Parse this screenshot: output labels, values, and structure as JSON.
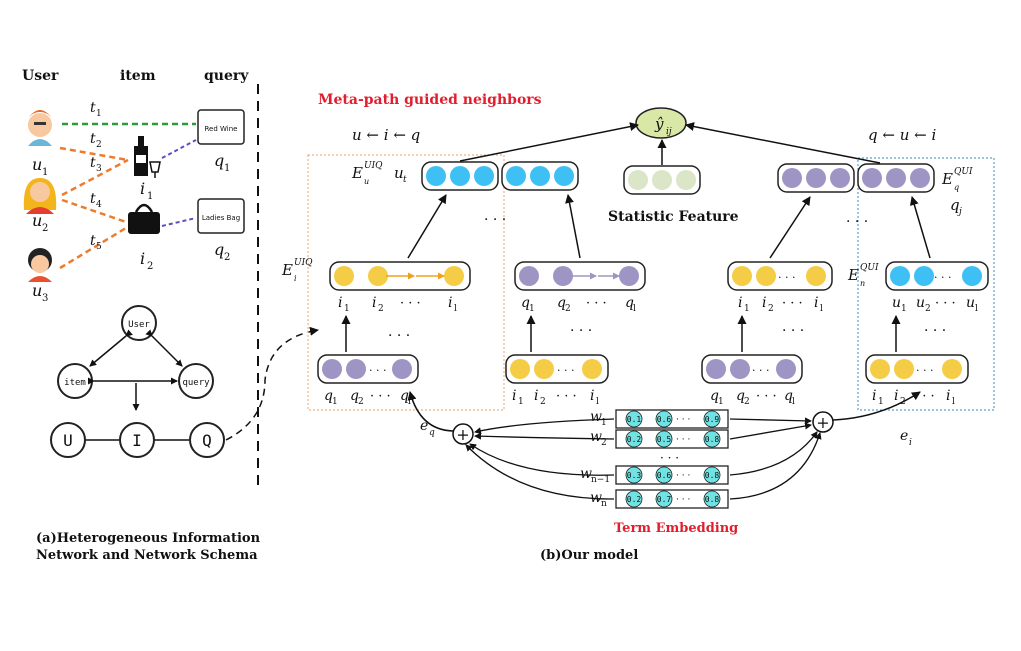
{
  "left": {
    "headers": {
      "user": "User",
      "item": "item",
      "query": "query"
    },
    "users": [
      "u",
      "u",
      "u"
    ],
    "user_subs": [
      "1",
      "2",
      "3"
    ],
    "items": [
      "i",
      "i"
    ],
    "item_subs": [
      "1",
      "2"
    ],
    "queries": [
      "q",
      "q"
    ],
    "query_subs": [
      "1",
      "2"
    ],
    "query_boxes": [
      "Red Wine",
      "Ladies Bag"
    ],
    "times": [
      "t",
      "t",
      "t",
      "t",
      "t"
    ],
    "time_subs": [
      "1",
      "2",
      "3",
      "4",
      "5"
    ],
    "schema_nodes": [
      "User",
      "item",
      "query"
    ],
    "network_nodes": [
      "U",
      "I",
      "Q"
    ],
    "caption_line1": "(a)Heterogeneous Information",
    "caption_line2": "Network and Network Schema"
  },
  "right": {
    "meta_title": "Meta-path guided neighbors",
    "path_left": "u ← i ← q",
    "path_right": "q ← u ← i",
    "output_label": "ŷ",
    "output_sub": "ij",
    "statistic_label": "Statistic Feature",
    "term_embedding_label": "Term Embedding",
    "caption": "(b)Our model",
    "ellipsis": "· · ·",
    "plus": "+",
    "E_letter": "E",
    "sup_uiq": "UIQ",
    "sup_qui": "QUI",
    "sub_ui": "u",
    "sub_ii": "i",
    "sub_qj": "q",
    "sub_ni": "n",
    "label_ut": "u",
    "label_qj": "q",
    "sub_t": "t",
    "sub_j": "j",
    "sub_i": "i",
    "e_left": "e",
    "e_left_sub": "q",
    "e_right": "e",
    "e_right_sub": "i",
    "row_i_letters": [
      "i",
      "i",
      "i"
    ],
    "row_i_subs": [
      "1",
      "2",
      "l"
    ],
    "row_q_letters": [
      "q",
      "q",
      "q"
    ],
    "row_q_subs": [
      "1",
      "2",
      "l"
    ],
    "row_u_letters": [
      "u",
      "u",
      "u"
    ],
    "row_u_subs": [
      "1",
      "2",
      "l"
    ],
    "row_i2_letters": [
      "i",
      "i",
      "i"
    ],
    "row_i2_subs": [
      "1",
      "2",
      "l"
    ],
    "w_letters": [
      "w",
      "w",
      "w",
      "w"
    ],
    "w_subs": [
      "1",
      "2",
      "n−1",
      "n"
    ],
    "term_rows": [
      [
        "0.1",
        "0.6",
        "0.9"
      ],
      [
        "0.2",
        "0.5",
        "0.8"
      ],
      [
        "0.3",
        "0.6",
        "0.8"
      ],
      [
        "0.2",
        "0.7",
        "0.8"
      ]
    ]
  },
  "colors": {
    "blue": "#3fc0f5",
    "purple": "#9f95c4",
    "yellow": "#f5cc45",
    "pale_green": "#dbe6c9",
    "output_green": "#d9e8a6",
    "term_cyan": "#6fe3e3",
    "red_title": "#e01e2d",
    "green_dash": "#2a9d3a",
    "orange_dash": "#ee7b2c",
    "purple_dash": "#5b4fbf",
    "orange_box": "#e8b48a",
    "blue_box": "#5aa0c8"
  }
}
